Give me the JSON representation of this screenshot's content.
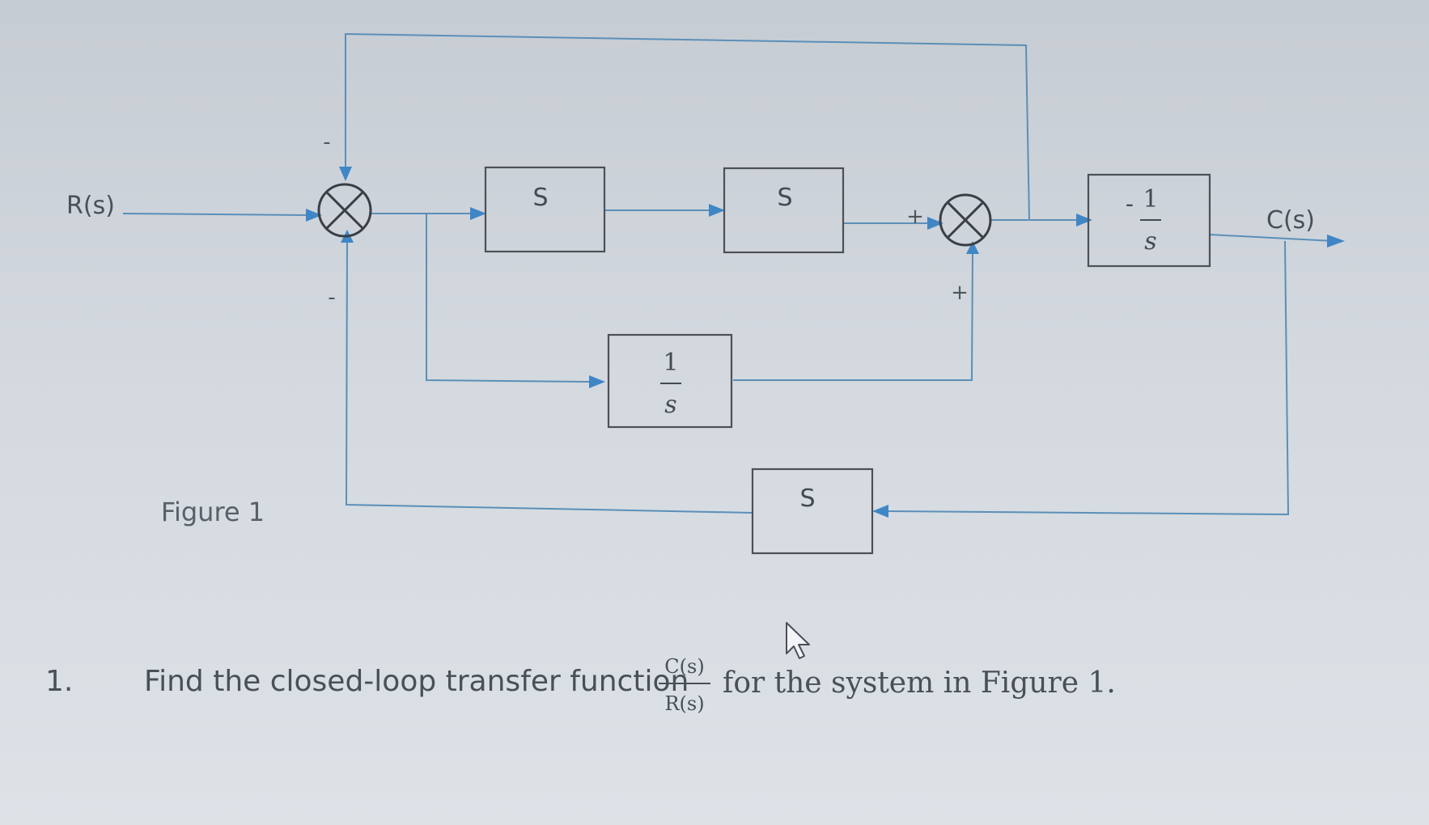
{
  "diagram": {
    "input_label": "R(s)",
    "output_label": "C(s)",
    "caption": "Figure 1",
    "blocks": {
      "forward1": {
        "label": "S"
      },
      "forward2": {
        "label": "S"
      },
      "parallel": {
        "numerator": "1",
        "denominator": "s"
      },
      "output": {
        "prefix": "-",
        "numerator": "1",
        "denominator": "s"
      },
      "feedback": {
        "label": "S"
      }
    },
    "summing_junction_1": {
      "top_sign": "-",
      "bottom_sign": "-"
    },
    "summing_junction_2": {
      "left_sign": "+",
      "bottom_sign": "+"
    }
  },
  "question": {
    "number": "1.",
    "text_before": "Find the closed-loop transfer function",
    "fraction_numerator": "C(s)",
    "fraction_denominator": "R(s)",
    "text_after": "for the system in Figure 1."
  },
  "colors": {
    "wire": "#5b8fb8",
    "arrow": "#3f86c6",
    "block_border": "#4c5157"
  }
}
